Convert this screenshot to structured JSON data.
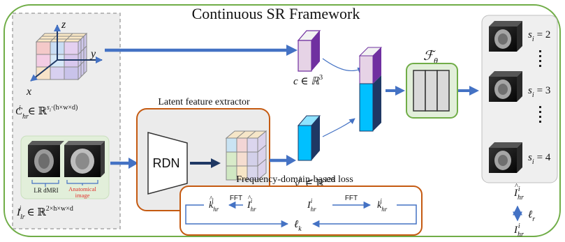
{
  "title": "Continuous SR Framework",
  "coords": {
    "axis_x": "x",
    "axis_y": "y",
    "axis_z": "z",
    "label_main": "C",
    "label_sup": "i",
    "label_sub": "hr",
    "label_rest": "∈ ℝ",
    "label_exp_base": "s",
    "label_exp_sub": "i",
    "label_exp_rest": "·(h×w×d)"
  },
  "lr_input": {
    "label_main": "I",
    "label_sup": "i",
    "label_sub": "lr",
    "label_rest": "∈ ℝ",
    "label_exp": "2×h×w×d",
    "lr_dmri": "LR dMRI",
    "anatomical_line1": "Anatomical",
    "anatomical_line2": "image"
  },
  "extractor": {
    "title": "Latent feature extractor",
    "rdn": "RDN"
  },
  "coord_vec": {
    "label_main": "c ∈ ℝ",
    "label_exp": "3"
  },
  "latent_vec": {
    "label_main": "v",
    "label_sup": "i",
    "label_sub": "c",
    "label_rest": "∈ ℝ",
    "label_exp": "128"
  },
  "mlp": {
    "label_main": "ℱ",
    "label_sub": "θ"
  },
  "outputs": {
    "scales": [
      {
        "prefix": "s",
        "sub": "i",
        "value": "= 2"
      },
      {
        "prefix": "s",
        "sub": "i",
        "value": "= 3"
      },
      {
        "prefix": "s",
        "sub": "i",
        "value": "= 4"
      }
    ],
    "pred_main": "I",
    "pred_sup": "i",
    "pred_sub": "hr",
    "loss_r_main": "ℓ",
    "loss_r_sub": "r",
    "gt_main": "I",
    "gt_sup": "i",
    "gt_sub": "hr"
  },
  "freq_loss": {
    "title": "Frequency-domain-based loss",
    "k_pred_main": "k",
    "k_pred_sup": "i",
    "k_pred_sub": "hr",
    "fft1": "FFT",
    "i_pred_main": "I",
    "i_pred_sup": "i",
    "i_pred_sub": "hr",
    "i_gt_main": "I",
    "i_gt_sup": "i",
    "i_gt_sub": "hr",
    "fft2": "FFT",
    "k_gt_main": "k",
    "k_gt_sup": "i",
    "k_gt_sub": "hr",
    "loss_k_main": "ℓ",
    "loss_k_sub": "k"
  },
  "colors": {
    "frame_green": "#70ad47",
    "arrow_blue": "#4472c4",
    "extractor_orange": "#c55a11",
    "vector_cyan": "#00c0ff",
    "vector_pink": "#e6d3e6",
    "anatomical_red": "#e0302a"
  }
}
